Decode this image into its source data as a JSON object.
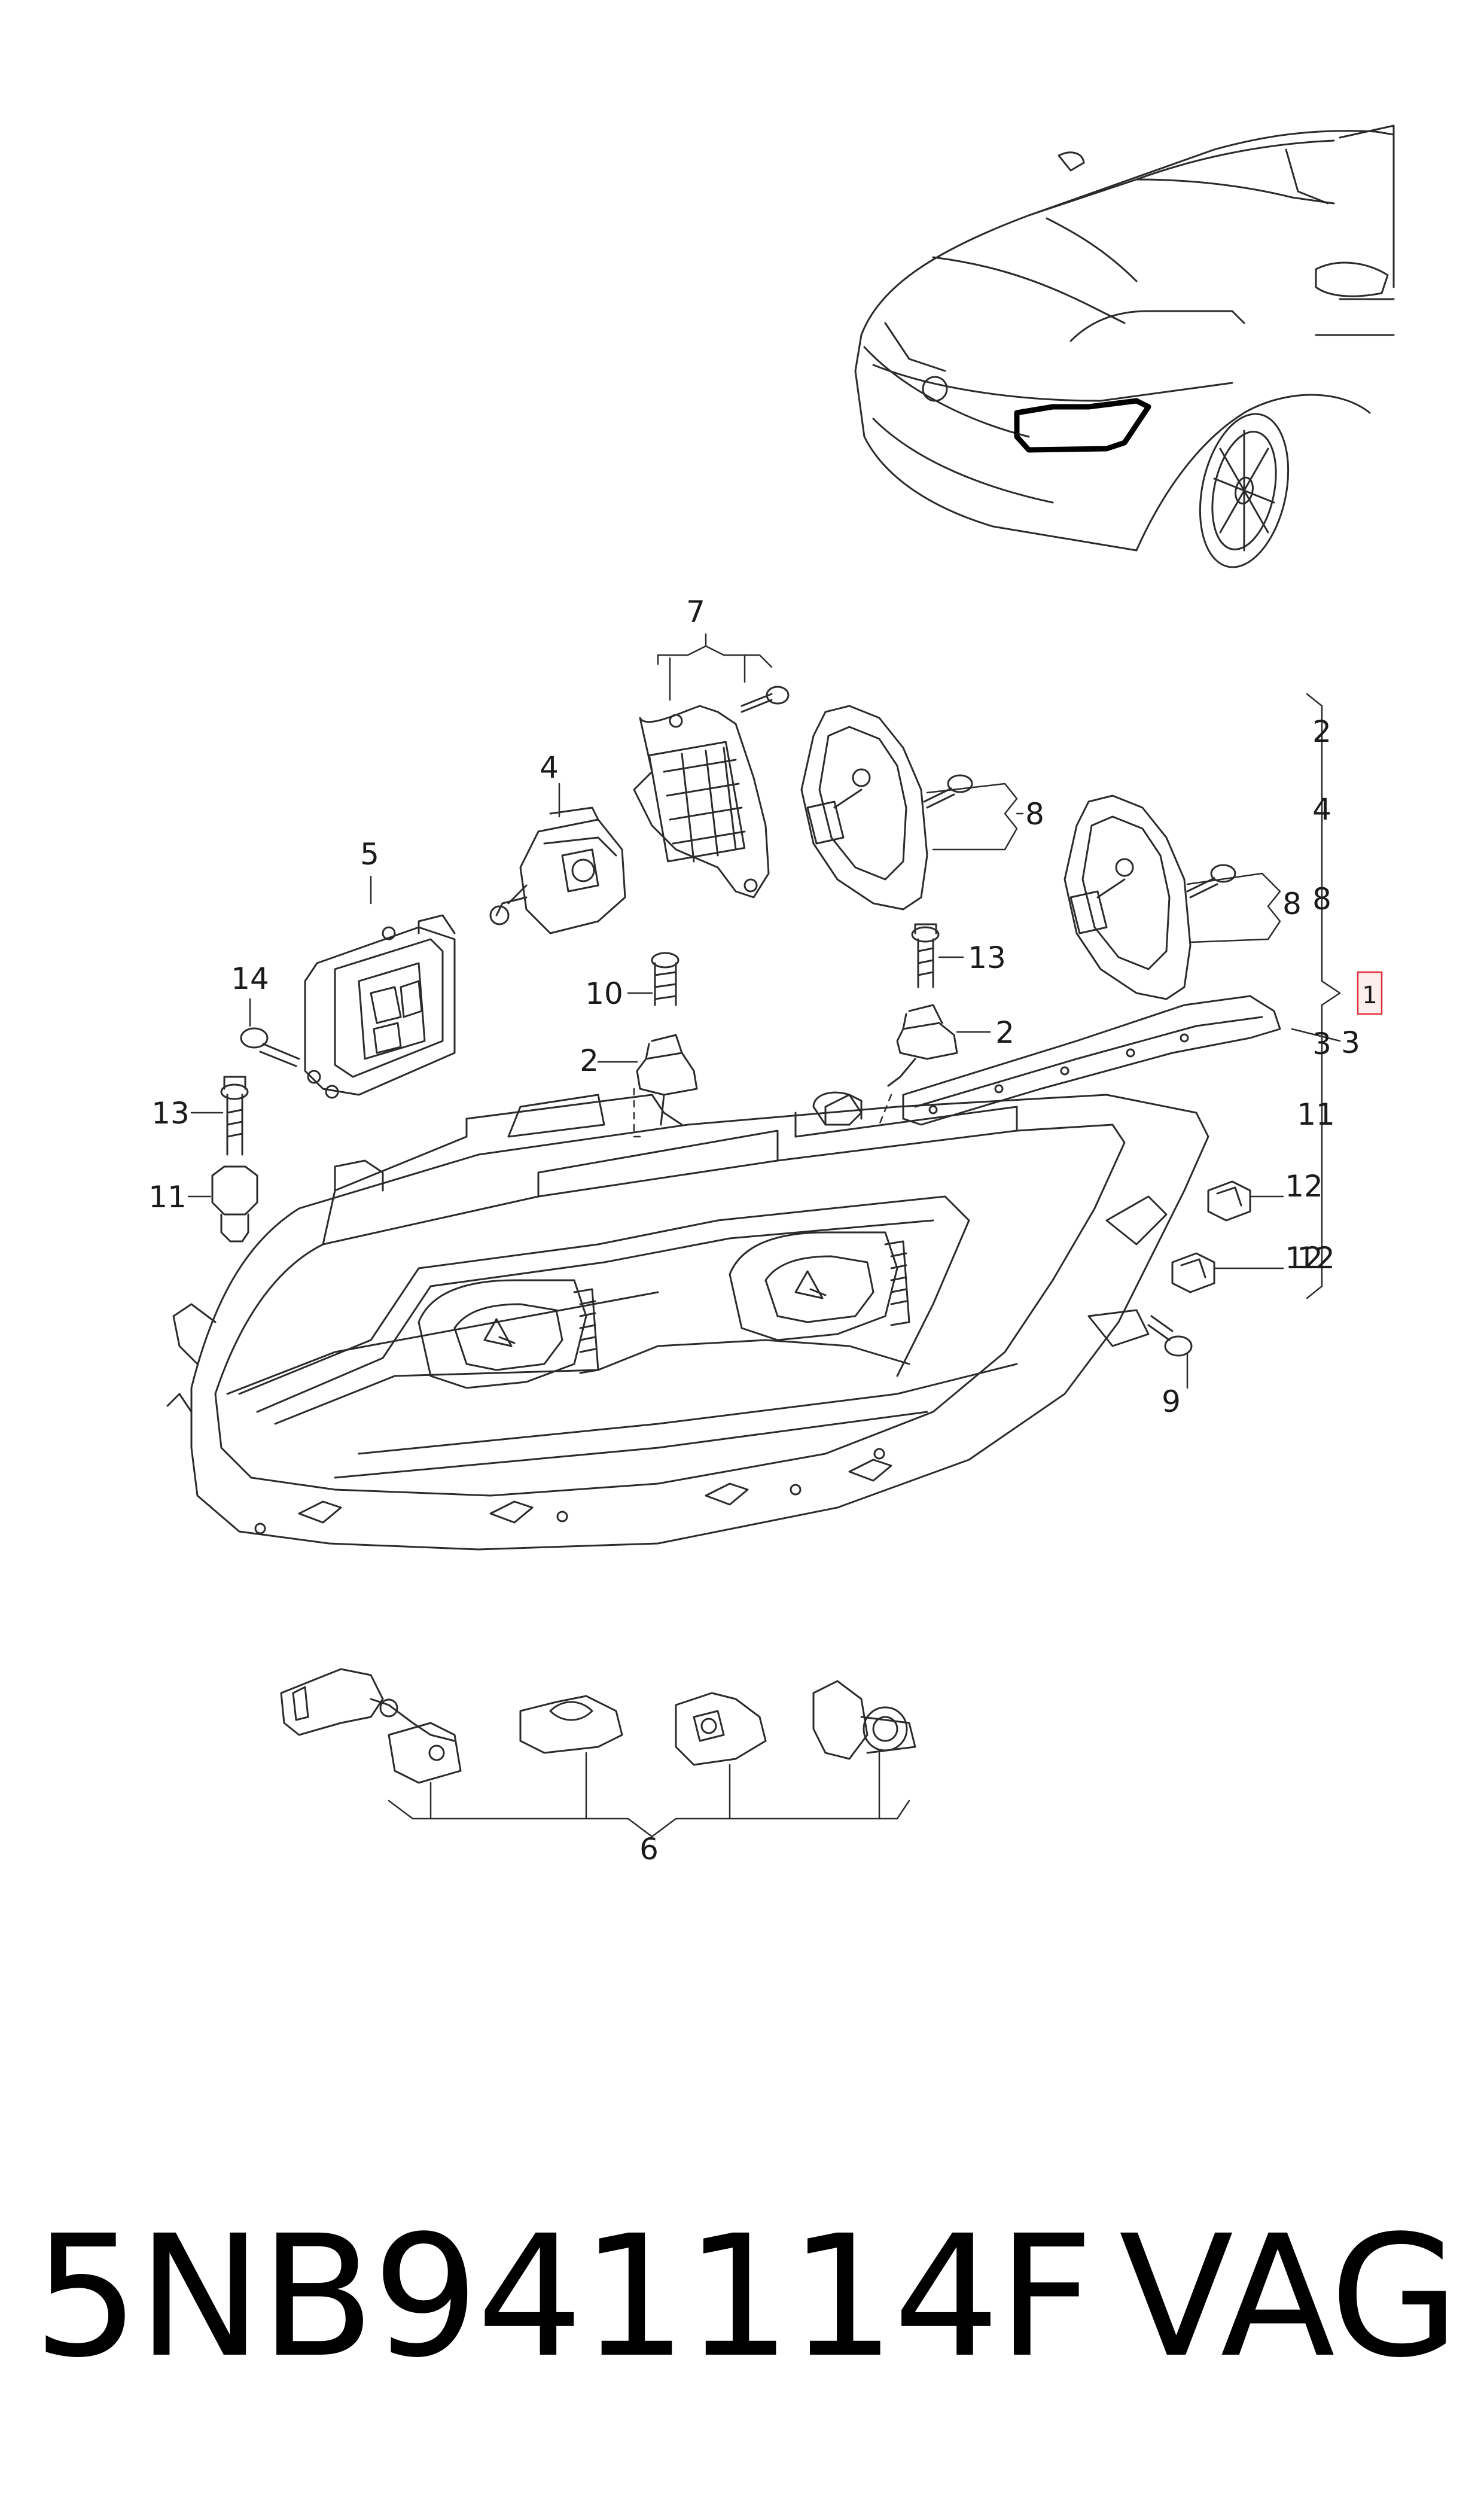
{
  "diagram": {
    "callouts": {
      "c7": "7",
      "c4": "4",
      "c5": "5",
      "c14": "14",
      "c13a": "13",
      "c11a": "11",
      "c10": "10",
      "c2a": "2",
      "c13b": "13",
      "c2b": "2",
      "c8a": "8",
      "c8b": "8",
      "c3": "3",
      "c12a": "12",
      "c12b": "12",
      "c9": "9",
      "c6": "6"
    },
    "right_list": {
      "i2": "2",
      "i4": "4",
      "i8": "8",
      "i3": "3",
      "i11": "11",
      "i12": "12"
    },
    "assembly_label": "1"
  },
  "footer": {
    "part_number": "5NB941114F",
    "brand": "VAG"
  },
  "colors": {
    "line": "#2b2b2b",
    "assembly_box": "#e0303a"
  }
}
